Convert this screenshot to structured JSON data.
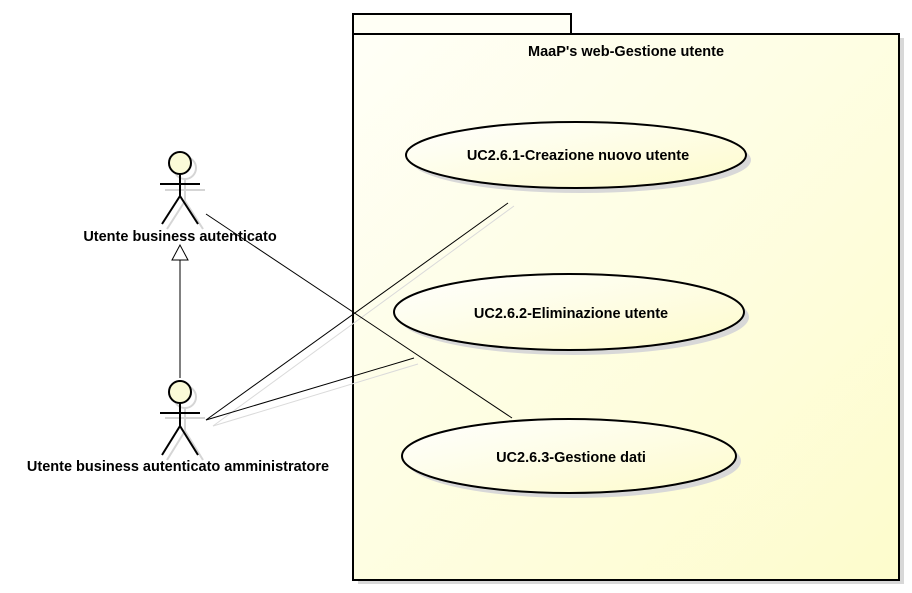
{
  "system": {
    "title": "MaaP's web-Gestione utente"
  },
  "actors": [
    {
      "id": "actor-user",
      "label": "Utente business autenticato"
    },
    {
      "id": "actor-admin",
      "label": "Utente business autenticato amministratore"
    }
  ],
  "use_cases": [
    {
      "id": "uc1",
      "label": "UC2.6.1-Creazione nuovo utente"
    },
    {
      "id": "uc2",
      "label": "UC2.6.2-Eliminazione utente"
    },
    {
      "id": "uc3",
      "label": "UC2.6.3-Gestione dati"
    }
  ],
  "relationships": [
    {
      "type": "generalization",
      "from": "actor-admin",
      "to": "actor-user"
    },
    {
      "type": "association",
      "from": "actor-user",
      "to": "uc3"
    },
    {
      "type": "association",
      "from": "actor-admin",
      "to": "uc1"
    },
    {
      "type": "association",
      "from": "actor-admin",
      "to": "uc2"
    }
  ],
  "colors": {
    "fill_light": "#fffff7",
    "fill_dark": "#fdfccc",
    "actor_head": "#fbfbd8",
    "stroke": "#000000",
    "shadow": "#d8d8d8"
  }
}
